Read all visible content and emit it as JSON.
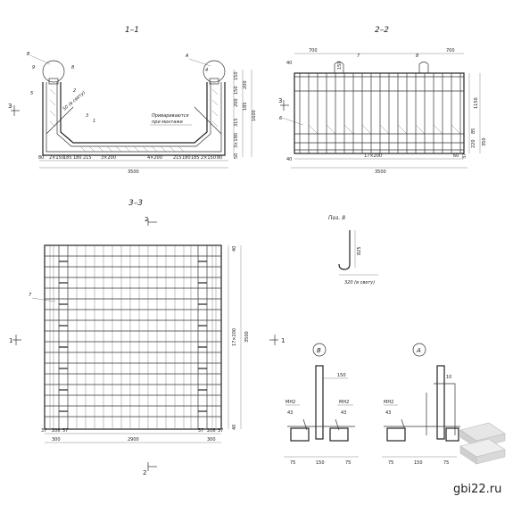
{
  "views": {
    "s11": {
      "title": "1–1",
      "note": [
        "Привариваются",
        "при монтаже"
      ],
      "bottom_dims": [
        "80",
        "2×150",
        "185",
        "180",
        "215",
        "3×200",
        "4×200",
        "215",
        "180",
        "185",
        "2×150",
        "80"
      ],
      "total": "3500",
      "right_dims": [
        "150",
        "200",
        "150",
        "200",
        "185",
        "1600",
        "315",
        "3×190",
        "50"
      ],
      "labels": [
        "В",
        "9",
        "8",
        "5",
        "2",
        "50 (в свету)",
        "3",
        "1",
        "А",
        "4"
      ]
    },
    "s22": {
      "title": "2–2",
      "top_dims": [
        "700",
        "700",
        "150"
      ],
      "labels": [
        "7",
        "8",
        "6"
      ],
      "left_dims": [
        "40",
        "40"
      ],
      "right_dims": [
        "1150",
        "85",
        "220",
        "350",
        "37"
      ],
      "bottom_dims": [
        "17×200",
        "60"
      ],
      "total": "3500"
    },
    "s33": {
      "title": "3–3",
      "label": "7",
      "right_dims": [
        "40",
        "17×200",
        "3500",
        "40"
      ],
      "bottom_dims": [
        "37",
        "206",
        "57",
        "57",
        "206",
        "37"
      ],
      "bottom_totals": [
        "300",
        "2900",
        "300"
      ]
    },
    "posv": {
      "title": "Поз. 8",
      "h": "825",
      "w": "320 (в свету)"
    },
    "detB": {
      "tag": "В",
      "labels": [
        "150",
        "МН2",
        "43",
        "МН2",
        "43"
      ],
      "dims": [
        "75",
        "150",
        "75"
      ]
    },
    "detA": {
      "tag": "А",
      "labels": [
        "10",
        "МН2",
        "43"
      ],
      "dims": [
        "75",
        "150",
        "75"
      ]
    },
    "markers": {
      "s3": "3",
      "s3b": "3",
      "s2a": "2",
      "s2b": "2",
      "s1a": "1",
      "s1b": "1"
    },
    "watermark": "gbi22.ru"
  }
}
